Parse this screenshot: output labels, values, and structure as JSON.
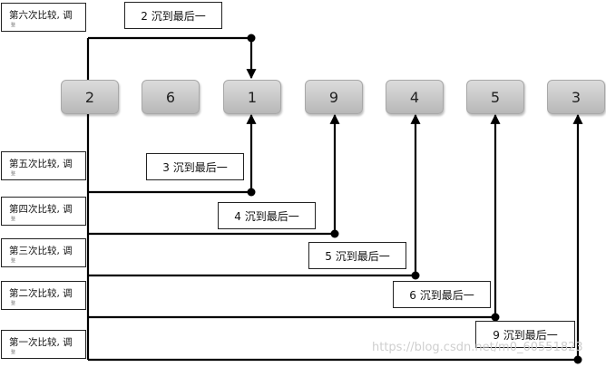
{
  "nodes": [
    {
      "value": "2"
    },
    {
      "value": "6"
    },
    {
      "value": "1"
    },
    {
      "value": "9"
    },
    {
      "value": "4"
    },
    {
      "value": "5"
    },
    {
      "value": "3"
    }
  ],
  "pass_labels": [
    {
      "text": "第六次比较, 调",
      "sub": "整"
    },
    {
      "text": "第五次比较, 调",
      "sub": "整"
    },
    {
      "text": "第四次比较, 调",
      "sub": "整"
    },
    {
      "text": "第三次比较, 调",
      "sub": "整"
    },
    {
      "text": "第二次比较, 调",
      "sub": "整"
    },
    {
      "text": "第一次比较, 调",
      "sub": "整"
    }
  ],
  "sink_labels": [
    {
      "text": "2 沉到最后一"
    },
    {
      "text": "3 沉到最后一"
    },
    {
      "text": "4 沉到最后一"
    },
    {
      "text": "5 沉到最后一"
    },
    {
      "text": "6 沉到最后一"
    },
    {
      "text": "9 沉到最后一"
    }
  ],
  "watermark": "https://blog.csdn.net/m0_60551823"
}
